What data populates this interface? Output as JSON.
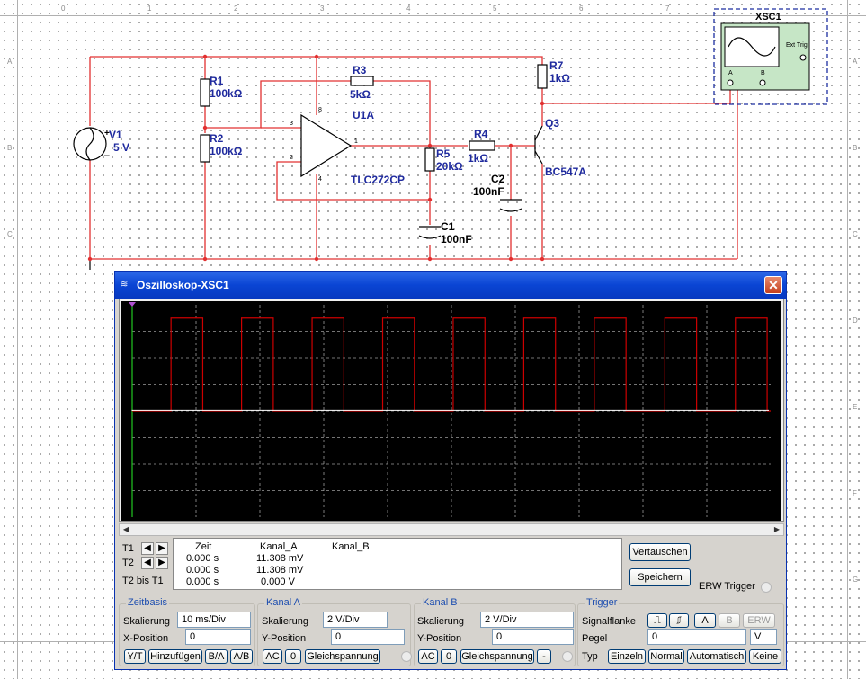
{
  "schematic": {
    "source": {
      "ref": "V1",
      "value": "5 V",
      "plus": "+",
      "minus": "_"
    },
    "resistors": [
      {
        "ref": "R1",
        "value": "100kΩ"
      },
      {
        "ref": "R2",
        "value": "100kΩ"
      },
      {
        "ref": "R3",
        "value": "5kΩ"
      },
      {
        "ref": "R4",
        "value": "1kΩ"
      },
      {
        "ref": "R5",
        "value": "20kΩ"
      },
      {
        "ref": "R7",
        "value": "1kΩ"
      }
    ],
    "capacitors": [
      {
        "ref": "C1",
        "value": "100nF"
      },
      {
        "ref": "C2",
        "value": "100nF"
      }
    ],
    "opamp": {
      "ref": "U1A",
      "part": "TLC272CP",
      "pins": [
        "8",
        "3",
        "2",
        "4",
        "1"
      ]
    },
    "transistor": {
      "ref": "Q3",
      "part": "BC547A"
    },
    "instrument": {
      "ref": "XSC1",
      "ext_trig": "Ext Trig",
      "channel_a": "A",
      "channel_b": "B"
    },
    "ruler_columns": [
      "0",
      "1",
      "2",
      "3",
      "4",
      "5",
      "6",
      "7"
    ],
    "ruler_rows": [
      "A",
      "B",
      "C",
      "D",
      "E",
      "F",
      "G"
    ]
  },
  "oscilloscope": {
    "title": "Oszilloskop-XSC1",
    "close_label": "✕",
    "trace_colors": {
      "channel_a": "#cc0000",
      "channel_b": "#ffffff",
      "grid": "#9a9a9a"
    },
    "cursors": {
      "t1_label": "T1",
      "t2_label": "T2",
      "diff_label": "T2 bis T1",
      "headers": [
        "Zeit",
        "Kanal_A",
        "Kanal_B"
      ],
      "rows": [
        {
          "zeit": "0.000 s",
          "kanal_a": "11.308 mV",
          "kanal_b": ""
        },
        {
          "zeit": "0.000 s",
          "kanal_a": "11.308 mV",
          "kanal_b": ""
        },
        {
          "zeit": "0.000 s",
          "kanal_a": "0.000 V",
          "kanal_b": ""
        }
      ],
      "swap_label": "Vertauschen",
      "save_label": "Speichern",
      "erw_trigger_label": "ERW Trigger"
    },
    "zeitbasis": {
      "title": "Zeitbasis",
      "skalierung_label": "Skalierung",
      "skalierung_value": "10 ms/Div",
      "xpos_label": "X-Position",
      "xpos_value": "0",
      "buttons": [
        "Y/T",
        "Hinzufügen",
        "B/A",
        "A/B"
      ]
    },
    "kanal_a": {
      "title": "Kanal A",
      "skalierung_label": "Skalierung",
      "skalierung_value": "2  V/Div",
      "ypos_label": "Y-Position",
      "ypos_value": "0",
      "buttons": [
        "AC",
        "0",
        "Gleichspannung"
      ]
    },
    "kanal_b": {
      "title": "Kanal B",
      "skalierung_label": "Skalierung",
      "skalierung_value": "2  V/Div",
      "ypos_label": "Y-Position",
      "ypos_value": "0",
      "buttons": [
        "AC",
        "0",
        "Gleichspannung",
        "-"
      ]
    },
    "trigger": {
      "title": "Trigger",
      "signalflanke_label": "Signalflanke",
      "pegel_label": "Pegel",
      "pegel_value": "0",
      "pegel_unit": "V",
      "typ_label": "Typ",
      "source_buttons": [
        "A",
        "B",
        "ERW"
      ],
      "typ_buttons": [
        "Einzeln",
        "Normal",
        "Automatisch",
        "Keine"
      ]
    }
  }
}
